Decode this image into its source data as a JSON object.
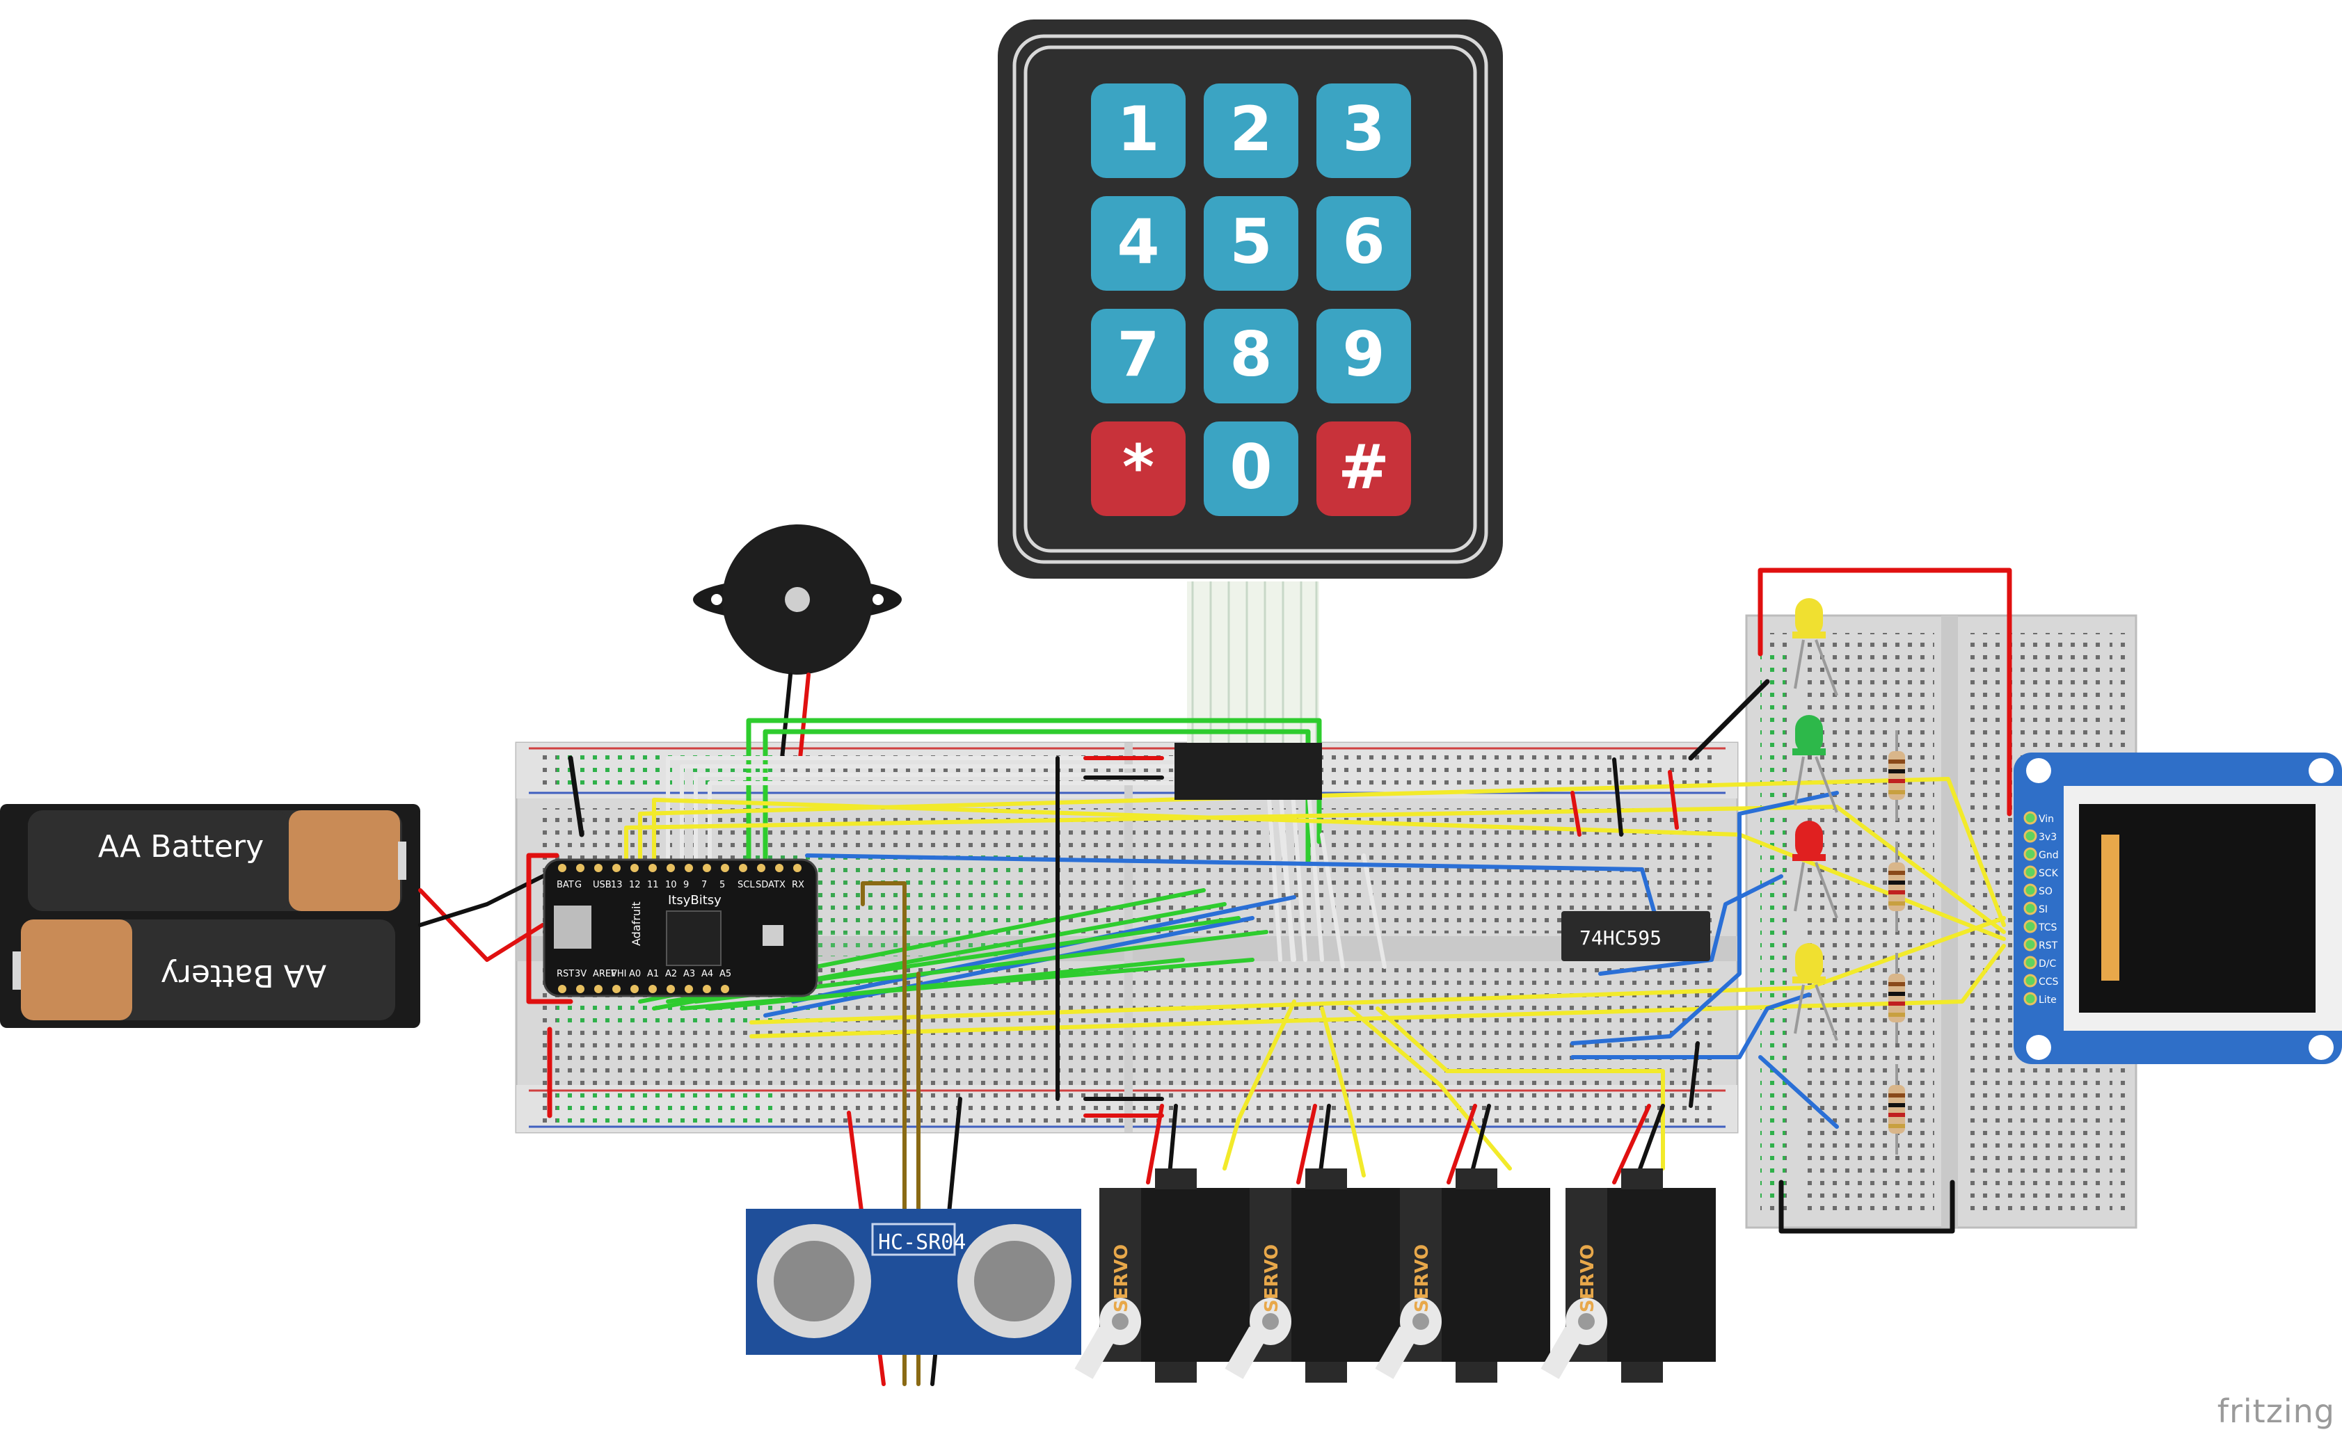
{
  "keypad": {
    "keys": [
      {
        "label": "1",
        "color": "#3ba4c3"
      },
      {
        "label": "2",
        "color": "#3ba4c3"
      },
      {
        "label": "3",
        "color": "#3ba4c3"
      },
      {
        "label": "4",
        "color": "#3ba4c3"
      },
      {
        "label": "5",
        "color": "#3ba4c3"
      },
      {
        "label": "6",
        "color": "#3ba4c3"
      },
      {
        "label": "7",
        "color": "#3ba4c3"
      },
      {
        "label": "8",
        "color": "#3ba4c3"
      },
      {
        "label": "9",
        "color": "#3ba4c3"
      },
      {
        "label": "*",
        "color": "#c8323a"
      },
      {
        "label": "0",
        "color": "#3ba4c3"
      },
      {
        "label": "#",
        "color": "#c8323a"
      }
    ]
  },
  "battery": {
    "cell_top": "AA Battery",
    "cell_bottom": "AA Battery"
  },
  "microcontroller": {
    "name": "ItsyBitsy",
    "maker": "Adafruit",
    "top_pins": [
      "BAT",
      "G",
      "USB",
      "13",
      "12",
      "11",
      "10",
      "9",
      "7",
      "5",
      "SCL",
      "SDA",
      "TX",
      "RX"
    ],
    "bottom_pins": [
      "RST",
      "3V",
      "AREF",
      "VHI",
      "A0",
      "A1",
      "A2",
      "A3",
      "A4",
      "A5"
    ]
  },
  "shift_register": {
    "label": "74HC595"
  },
  "ultrasonic": {
    "label": "HC-SR04"
  },
  "servos": [
    {
      "label": "SERVO"
    },
    {
      "label": "SERVO"
    },
    {
      "label": "SERVO"
    },
    {
      "label": "SERVO"
    }
  ],
  "display": {
    "pins": [
      "Vin",
      "3v3",
      "Gnd",
      "SCK",
      "SO",
      "SI",
      "TCS",
      "RST",
      "D/C",
      "CCS",
      "Lite"
    ]
  },
  "leds": [
    {
      "color": "#f0e030"
    },
    {
      "color": "#2db84a"
    },
    {
      "color": "#e02020"
    },
    {
      "color": "#f0e030"
    }
  ],
  "wire_colors": {
    "red": "#e01010",
    "black": "#111111",
    "green": "#2ecc2e",
    "yellow": "#f2ea2a",
    "blue": "#2a6fd6",
    "white": "#e8e8e8",
    "brown": "#8a6a14"
  },
  "footer": {
    "credit": "fritzing"
  }
}
